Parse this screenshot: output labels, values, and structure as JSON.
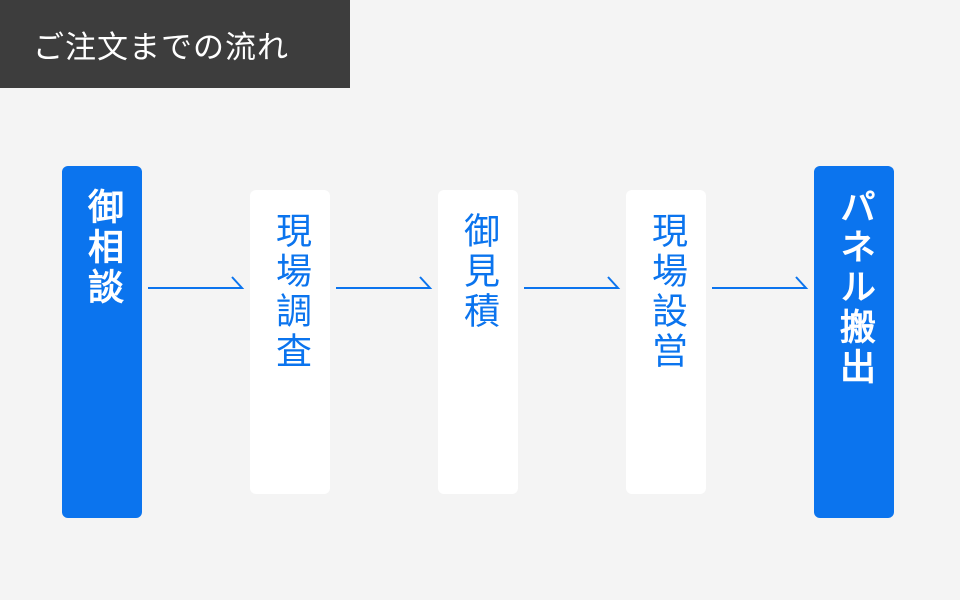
{
  "header": {
    "title": "ご注文までの流れ"
  },
  "colors": {
    "accent": "#0b74ee",
    "header_bg": "#3d3d3d",
    "background": "#f4f4f4",
    "card_bg": "#ffffff"
  },
  "flow": {
    "steps": [
      {
        "label": "御相談",
        "style": "major"
      },
      {
        "label": "現場調査",
        "style": "minor"
      },
      {
        "label": "御見積",
        "style": "minor"
      },
      {
        "label": "現場設営",
        "style": "minor"
      },
      {
        "label": "パネル搬出",
        "style": "major"
      }
    ],
    "arrows": 4
  }
}
